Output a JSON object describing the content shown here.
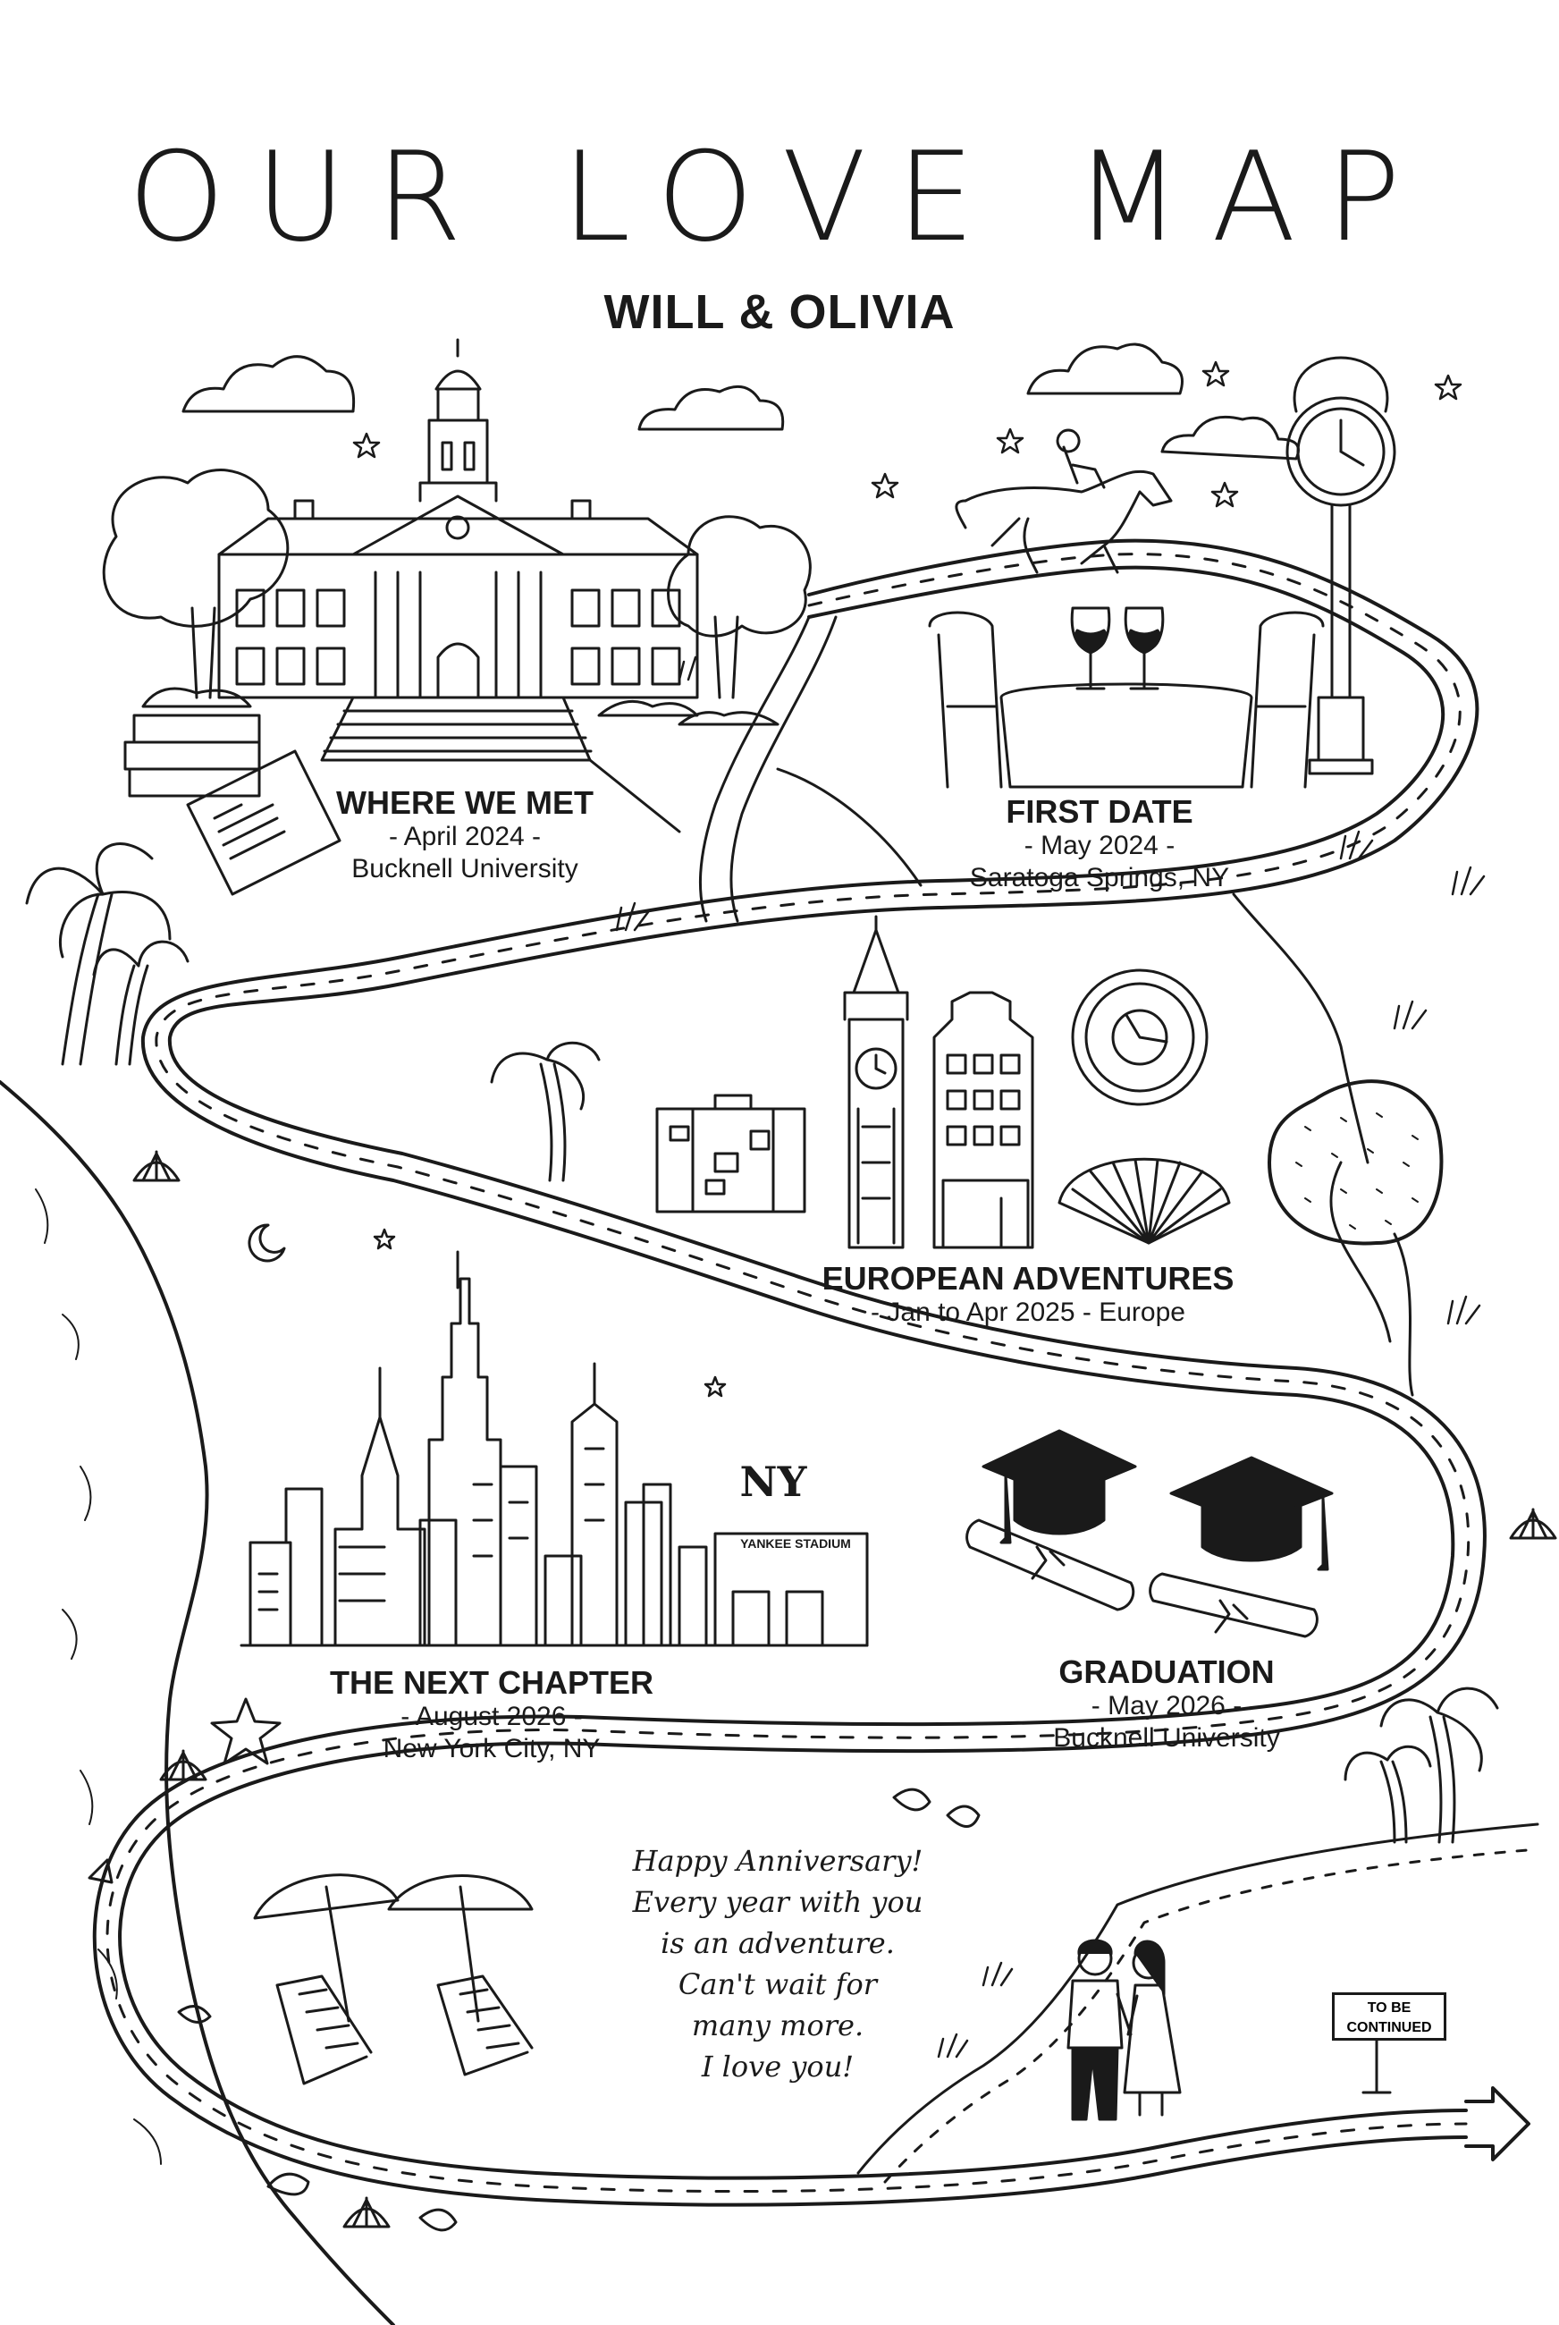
{
  "map": {
    "title": "OUR LOVE MAP",
    "couple": "WILL & OLIVIA"
  },
  "milestones": [
    {
      "id": "where-we-met",
      "title": "WHERE WE MET",
      "date": "- April 2024 -",
      "place": "Bucknell University"
    },
    {
      "id": "first-date",
      "title": "FIRST DATE",
      "date": "- May 2024 -",
      "place": "Saratoga Springs, NY"
    },
    {
      "id": "european-adventures",
      "title": "EUROPEAN ADVENTURES",
      "date": "- Jan to Apr 2025 - Europe"
    },
    {
      "id": "graduation",
      "title": "GRADUATION",
      "date": "- May 2026 -",
      "place": "Bucknell University"
    },
    {
      "id": "next-chapter",
      "title": "THE NEXT CHAPTER",
      "date": "- August 2026 -",
      "place": "New York City, NY"
    }
  ],
  "note": {
    "lines": [
      "Happy Anniversary!",
      "Every year with you",
      "is an adventure.",
      "Can't wait for",
      "many more.",
      "I love you!"
    ]
  },
  "sign": {
    "line1": "TO BE",
    "line2": "CONTINUED"
  },
  "landmark_text": {
    "stadium": "YANKEE STADIUM",
    "team_logo": "NY"
  },
  "icons": [
    "university-building-icon",
    "books-icon",
    "horse-rider-icon",
    "street-clock-icon",
    "wine-glasses-icon",
    "bistro-table-icon",
    "palm-tree-icon",
    "suitcase-icon",
    "big-ben-icon",
    "dutch-house-icon",
    "wall-clock-icon",
    "hand-fan-icon",
    "city-skyline-icon",
    "graduation-cap-icon",
    "diploma-icon",
    "beach-umbrella-icon",
    "beach-chair-icon",
    "couple-icon",
    "seashell-icon",
    "starfish-icon",
    "moon-icon",
    "star-icon",
    "pond-icon",
    "river-icon"
  ],
  "colors": {
    "ink": "#1a1a1a",
    "paper": "#ffffff"
  }
}
